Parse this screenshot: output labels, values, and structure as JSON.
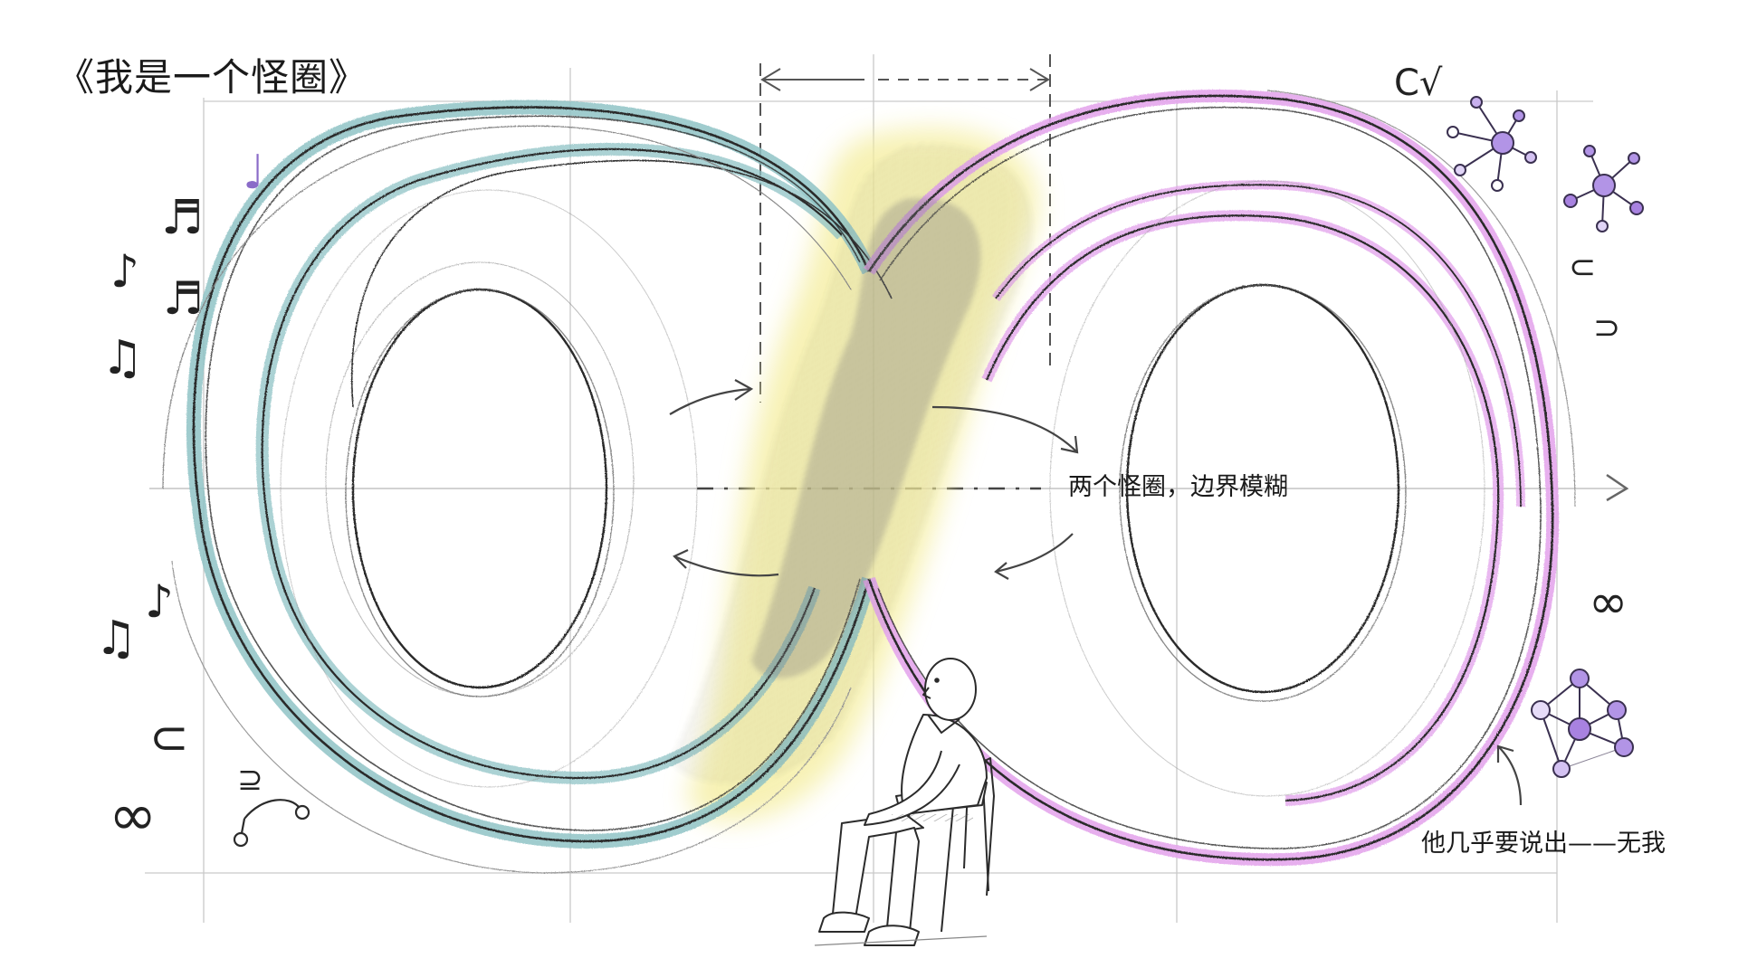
{
  "title": "《我是一个怪圈》",
  "annotations": {
    "blurred_boundary": "两个怪圈，边界模糊",
    "almost_said": "他几乎要说出——无我"
  },
  "symbols": {
    "left": [
      "♩",
      "♪",
      "♫",
      "♬",
      "⊂",
      "∞",
      "⊇"
    ],
    "right": [
      "C√",
      "⊂",
      "⊃",
      "∞"
    ]
  },
  "colors": {
    "left_loop": "#8fc3c6",
    "right_loop": "#e4a6ec",
    "overlap_glow": "#f3ec9a",
    "pencil": "#2b2b2b",
    "grid": "#c8c8c8",
    "node_fill": "#b294e6",
    "node_stroke": "#3a3050",
    "note_accent": "#8a6bc8"
  },
  "figure": {
    "description": "elderly man seated on chair looking up"
  }
}
